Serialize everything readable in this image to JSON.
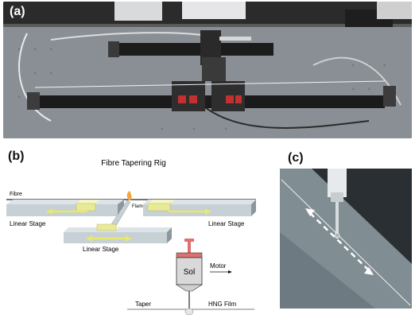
{
  "panels": {
    "a": {
      "label": "(a)"
    },
    "b": {
      "label": "(b)",
      "title": "Fibre Tapering Rig",
      "fibre": "Fibre",
      "flame": "Flame",
      "stage_left": "Linear Stage",
      "stage_right": "Linear Stage",
      "stage_bottom": "Linear Stage",
      "sol": "Sol",
      "motor": "Motor",
      "taper": "Taper",
      "film": "HNG Film"
    },
    "c": {
      "label": "(c)"
    }
  },
  "colors": {
    "stage_top": "#c6d0d5",
    "stage_side": "#8b979d",
    "clamp": "#e8ea9a",
    "arrow": "#e8e86a",
    "syringe_red": "#e07070"
  }
}
